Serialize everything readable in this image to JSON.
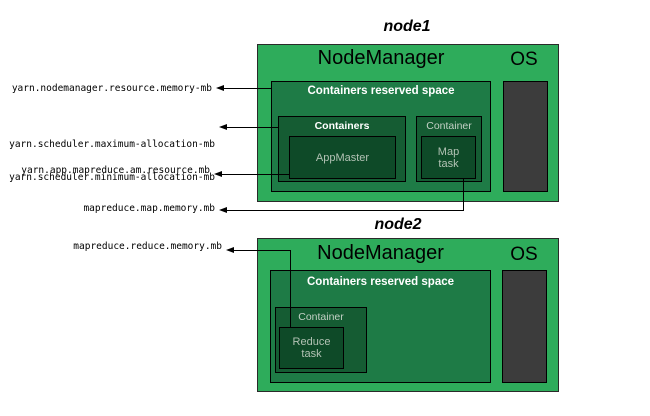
{
  "colors": {
    "node_bg": "#2eac5b",
    "reserved_bg": "#1e7b46",
    "container_bg": "#155c33",
    "task_bg": "#0e4a28",
    "os_bg": "#3c3c3c",
    "label_pale": "#c3d0c5",
    "label_muted": "#b2c2b4"
  },
  "node1": {
    "title": "node1",
    "nodemanager": "NodeManager",
    "os": "OS",
    "reserved": "Containers reserved space",
    "containers": "Containers",
    "appmaster": "AppMaster",
    "container": "Container",
    "map_task_line1": "Map",
    "map_task_line2": "task"
  },
  "node2": {
    "title": "node2",
    "nodemanager": "NodeManager",
    "os": "OS",
    "reserved": "Containers reserved space",
    "container": "Container",
    "reduce_task_line1": "Reduce",
    "reduce_task_line2": "task"
  },
  "labels": {
    "nm_resource": "yarn.nodemanager.resource.memory-mb",
    "sched_max": "yarn.scheduler.maximum-allocation-mb",
    "sched_min": "yarn.scheduler.minimum-allocation-mb",
    "am_resource": "yarn.app.mapreduce.am.resource.mb",
    "map_memory": "mapreduce.map.memory.mb",
    "reduce_memory": "mapreduce.reduce.memory.mb"
  }
}
